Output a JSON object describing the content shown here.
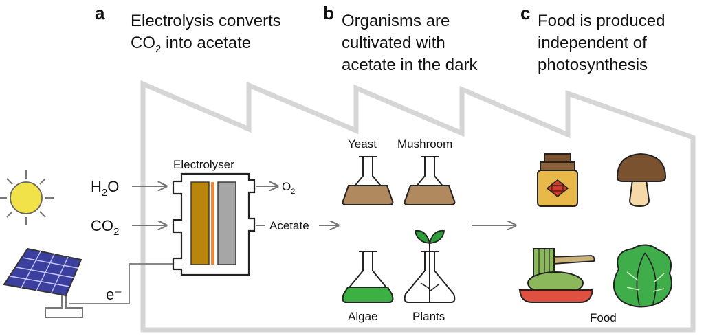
{
  "panels": {
    "a": {
      "letter": "a",
      "line1": "Electrolysis converts",
      "line2_pre": "CO",
      "line2_sub": "2",
      "line2_post": " into acetate"
    },
    "b": {
      "letter": "b",
      "line1": "Organisms are",
      "line2": "cultivated with",
      "line3": "acetate in the dark"
    },
    "c": {
      "letter": "c",
      "line1": "Food is produced",
      "line2": "independent of",
      "line3": "photosynthesis"
    }
  },
  "electrolyser": {
    "title": "Electrolyser",
    "inputs": {
      "h2o_pre": "H",
      "h2o_sub": "2",
      "h2o_post": "O",
      "co2_pre": "CO",
      "co2_sub": "2",
      "electron": "e⁻"
    },
    "outputs": {
      "o2_pre": "O",
      "o2_sub": "2",
      "acetate": "Acetate"
    }
  },
  "organisms": {
    "yeast": "Yeast",
    "mushroom": "Mushroom",
    "algae": "Algae",
    "plants": "Plants"
  },
  "food": {
    "label": "Food"
  },
  "colors": {
    "factory_outline": "#d6d6d6",
    "sun": "#f2e24a",
    "solar_panel": "#3b3f9e",
    "electrode_left": "#b8860b",
    "electrode_mid": "#e8873a",
    "electrode_right": "#a6a6a6",
    "broth": "#b08a5e",
    "algae": "#3cb043",
    "leaf": "#2e9e3a",
    "jar": "#e8b84a",
    "mushroom_cap": "#7a5230",
    "noodles": "#8cb85c",
    "plate": "#e05040",
    "lettuce": "#3fae4a"
  }
}
